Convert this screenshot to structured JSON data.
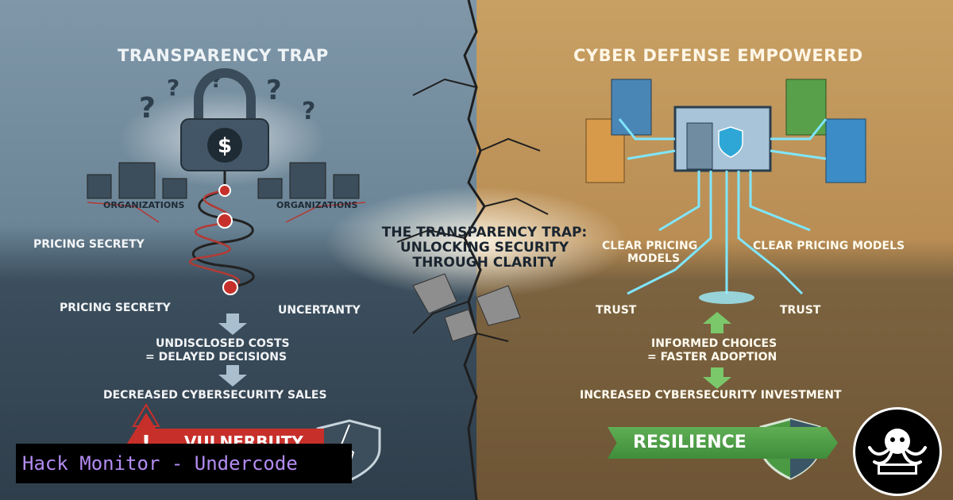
{
  "left": {
    "heading": "TRANSPARENCY TRAP",
    "org_left": "ORGANIZATIONS",
    "org_right": "ORGANIZATIONS",
    "pricing_secrecy_1": "PRICING SECRETY",
    "pricing_secrecy_2": "PRICING SECRETY",
    "uncertainty": "UNCERTANTY",
    "undisclosed_line1": "UNDISCLOSED COSTS",
    "undisclosed_line2": "= DELAYED DECISIONS",
    "decreased": "DECREASED CYBERSECURITY SALES",
    "vulnerability": "VULNERBUTY"
  },
  "center": {
    "title_line1": "THE TRANSPARENCY TRAP:",
    "title_line2": "UNLOCKING SECURITY",
    "title_line3": "THROUGH CLARITY"
  },
  "right": {
    "heading": "CYBER DEFENSE EMPOWERED",
    "clear_pricing_left_1": "CLEAR PRICING",
    "clear_pricing_left_2": "MODELS",
    "clear_pricing_right": "CLEAR PRICING MODELS",
    "trust_left": "TRUST",
    "trust_right": "TRUST",
    "informed_line1": "INFORMED CHOICES",
    "informed_line2": "= FASTER ADOPTION",
    "increased": "INCREASED CYBERSECURITY INVESTMENT",
    "resilience": "RESILIENCE"
  },
  "watermark": "Hack Monitor - Undercode",
  "colors": {
    "left_bg": "#6b8597",
    "right_bg": "#b98d54",
    "danger": "#c7302a",
    "resilience": "#4a9a44",
    "glow": "#7fe6ff",
    "watermark_text": "#b38cf2"
  },
  "icons": [
    "padlock-dollar-icon",
    "question-mark-icon",
    "building-icon",
    "shield-icon",
    "warning-icon",
    "server-icon",
    "door-icon",
    "logo-octopus-icon"
  ]
}
